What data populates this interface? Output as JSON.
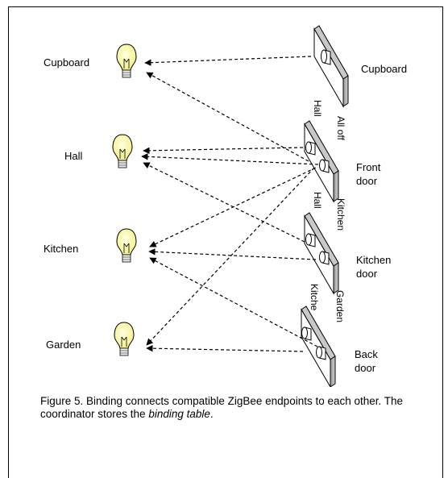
{
  "lights": [
    {
      "id": "cupboard",
      "label": "Cupboard"
    },
    {
      "id": "hall",
      "label": "Hall"
    },
    {
      "id": "kitchen",
      "label": "Kitchen"
    },
    {
      "id": "garden",
      "label": "Garden"
    }
  ],
  "switches": [
    {
      "id": "cupboard",
      "label_lines": [
        "Cupboard"
      ],
      "buttons": []
    },
    {
      "id": "front",
      "label_lines": [
        "Front",
        "door"
      ],
      "buttons": [
        "Hall",
        "All off"
      ]
    },
    {
      "id": "kitchen",
      "label_lines": [
        "Kitchen",
        "door"
      ],
      "buttons": [
        "Hall",
        "Kitchen"
      ]
    },
    {
      "id": "back",
      "label_lines": [
        "Back",
        "door"
      ],
      "buttons": [
        "Kitche",
        "Garden"
      ]
    }
  ],
  "caption": {
    "text_before": "Figure 5. Binding connects compatible ZigBee endpoints to each other.  The coordinator stores the ",
    "emphasis": "binding table",
    "text_after": "."
  }
}
